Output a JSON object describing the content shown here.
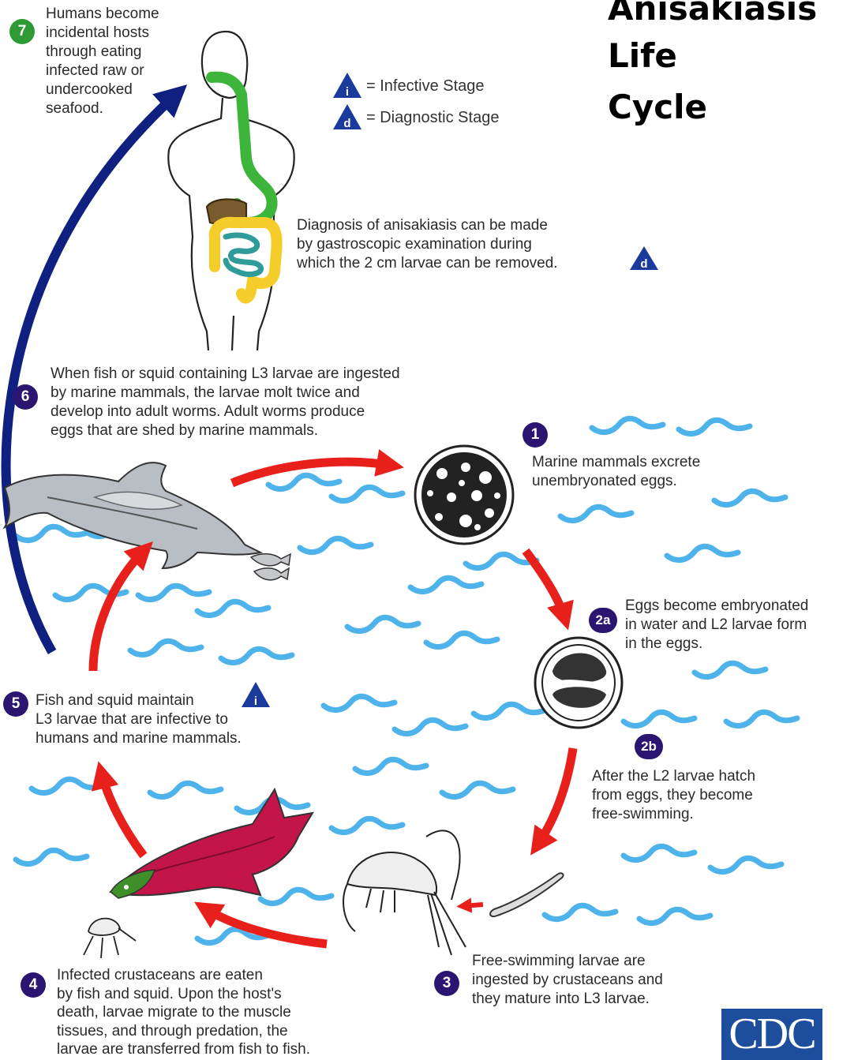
{
  "title": {
    "line1": "Anisakiasis",
    "line2": "Life",
    "line3": "Cycle"
  },
  "legend": {
    "infective_letter": "i",
    "infective_label": "= Infective Stage",
    "diagnostic_letter": "d",
    "diagnostic_label": "= Diagnostic Stage"
  },
  "steps": {
    "s7": {
      "badge": "7",
      "lines": [
        "Humans become",
        "incidental hosts",
        "through eating",
        "infected raw or",
        "undercooked",
        "seafood."
      ]
    },
    "diagnosis": {
      "lines": [
        "Diagnosis of anisakiasis can be made",
        "by gastroscopic examination during",
        "which the 2 cm larvae can be removed."
      ]
    },
    "s6": {
      "badge": "6",
      "lines": [
        "When fish or squid containing L3 larvae are ingested",
        "by marine mammals, the larvae molt twice and",
        "develop into adult worms.  Adult worms produce",
        "eggs that are shed by marine mammals."
      ]
    },
    "s1": {
      "badge": "1",
      "lines": [
        "Marine mammals excrete",
        "unembryonated eggs."
      ]
    },
    "s2a": {
      "badge": "2a",
      "lines": [
        "Eggs become embryonated",
        "in water and L2 larvae form",
        "in the eggs."
      ]
    },
    "s2b": {
      "badge": "2b",
      "lines": [
        "After the L2 larvae hatch",
        "from eggs, they become",
        "free-swimming."
      ]
    },
    "s5": {
      "badge": "5",
      "lines": [
        "Fish and squid maintain",
        "L3 larvae that are infective to",
        "humans and marine mammals."
      ]
    },
    "s3": {
      "badge": "3",
      "lines": [
        "Free-swimming larvae are",
        "ingested by crustaceans and",
        "they mature into L3 larvae."
      ]
    },
    "s4": {
      "badge": "4",
      "lines": [
        "Infected crustaceans are eaten",
        "by fish and squid.  Upon the host's",
        "death, larvae migrate to the muscle",
        "tissues, and through predation, the",
        "larvae are transferred from fish to fish."
      ]
    }
  },
  "logo": "CDC",
  "colors": {
    "red_arrow": "#e8201c",
    "blue_arrow": "#102080",
    "badge": "#2a1670",
    "badge_green": "#2e9a35",
    "water": "#4db3ea",
    "stomach_green": "#3db43a",
    "intestine_yellow": "#f5cd2a",
    "colon_teal": "#2f9c9a",
    "salmon_red": "#c4154a",
    "salmon_green": "#3e8f2a",
    "cdc_blue": "#1d4e9e"
  }
}
